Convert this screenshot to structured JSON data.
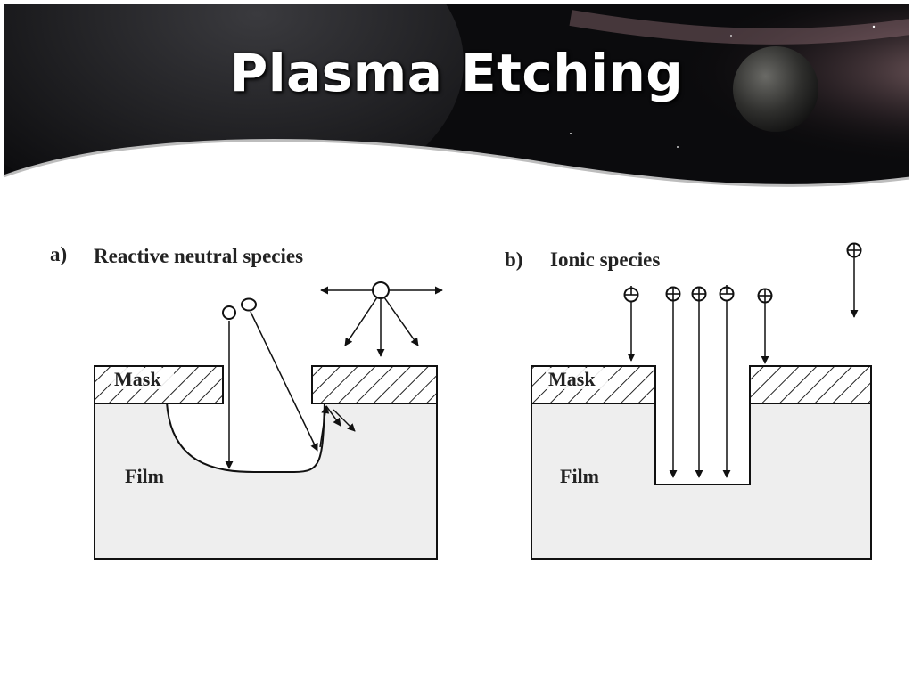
{
  "slide": {
    "title": "Plasma Etching"
  },
  "panel_a": {
    "letter": "a)",
    "heading": "Reactive neutral species",
    "mask_label": "Mask",
    "film_label": "Film"
  },
  "panel_b": {
    "letter": "b)",
    "heading": "Ionic species",
    "mask_label": "Mask",
    "film_label": "Film"
  },
  "colors": {
    "film_fill": "#eeeeee",
    "outline": "#111111",
    "title_text": "#ffffff",
    "header_bg": "#0b0b0d"
  }
}
